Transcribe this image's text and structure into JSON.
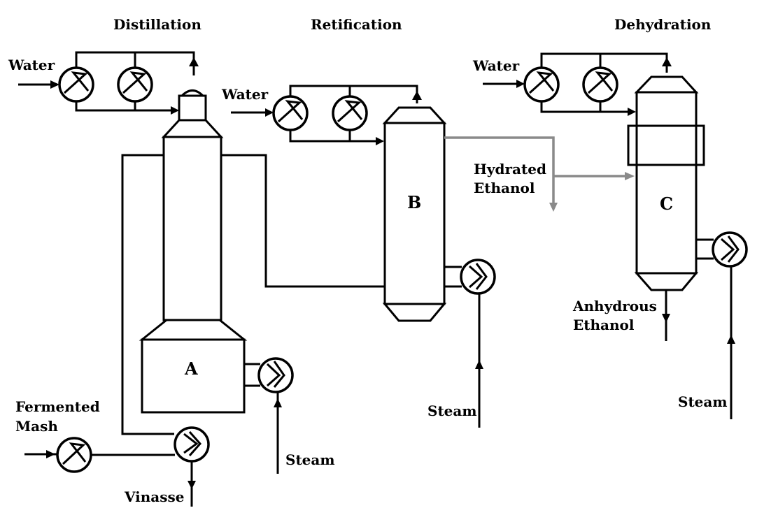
{
  "sections": {
    "distillation": "Distillation",
    "retification": "Retification",
    "dehydration": "Dehydration"
  },
  "columns": {
    "a": "A",
    "b": "B",
    "c": "C"
  },
  "streams": {
    "water_1": "Water",
    "water_2": "Water",
    "water_3": "Water",
    "fermented_mash_line1": "Fermented",
    "fermented_mash_line2": "Mash",
    "vinasse": "Vinasse",
    "steam_1": "Steam",
    "steam_2": "Steam",
    "steam_3": "Steam",
    "hydrated_ethanol_line1": "Hydrated",
    "hydrated_ethanol_line2": "Ethanol",
    "anhydrous_ethanol_line1": "Anhydrous",
    "anhydrous_ethanol_line2": "Ethanol"
  },
  "colors": {
    "line": "#000000",
    "product_line": "#8a8a8a",
    "background": "#ffffff"
  },
  "icons": [
    "heat-exchanger-icon",
    "flow-arrow-icon"
  ]
}
